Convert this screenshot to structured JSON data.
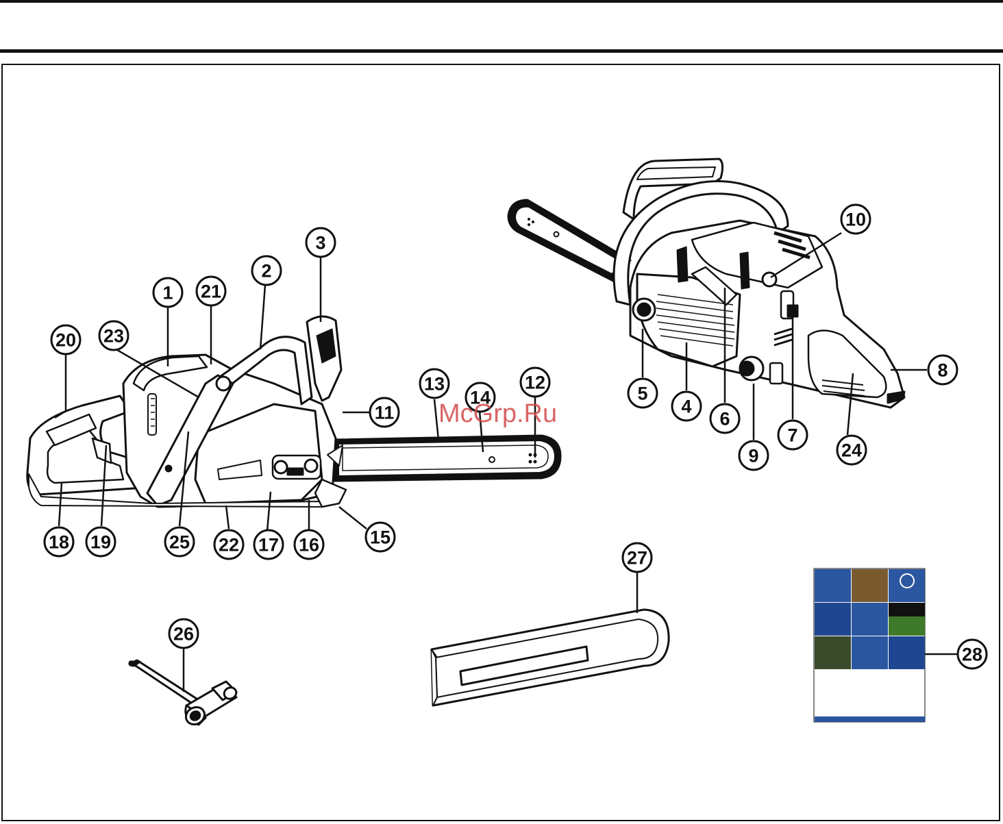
{
  "watermark": "McGrp.Ru",
  "callouts": {
    "n1": "1",
    "n2": "2",
    "n3": "3",
    "n4": "4",
    "n5": "5",
    "n6": "6",
    "n7": "7",
    "n8": "8",
    "n9": "9",
    "n10": "10",
    "n11": "11",
    "n12": "12",
    "n13": "13",
    "n14": "14",
    "n15": "15",
    "n16": "16",
    "n17": "17",
    "n18": "18",
    "n19": "19",
    "n20": "20",
    "n21": "21",
    "n22": "22",
    "n23": "23",
    "n24": "24",
    "n25": "25",
    "n26": "26",
    "n27": "27",
    "n28": "28"
  },
  "colors": {
    "line": "#111111",
    "manual_blue": "#2b56a0",
    "manual_dark_blue": "#1f4690",
    "photo_brown": "#7a5a2f",
    "photo_green": "#3f7a2a",
    "watermark": "#d24a4a"
  }
}
